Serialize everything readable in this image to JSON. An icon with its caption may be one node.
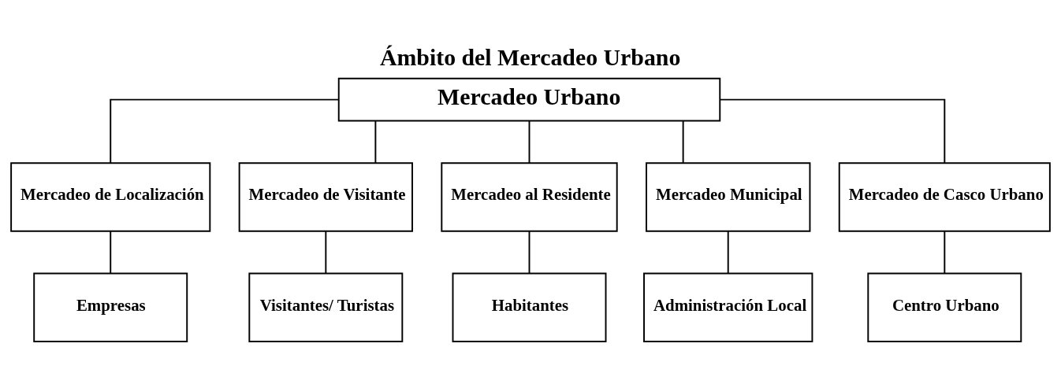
{
  "diagram": {
    "title": "Ámbito del Mercadeo Urbano",
    "nodes": [
      {
        "text": [
          "Mercadeo Urbano"
        ]
      },
      {
        "text": [
          "Mercadeo de Localización"
        ]
      },
      {
        "text": [
          "Mercadeo de Visitante"
        ]
      },
      {
        "text": [
          "Mercadeo al Residente"
        ]
      },
      {
        "text": [
          "Mercadeo Municipal"
        ]
      },
      {
        "text": [
          "Mercadeo de Casco Urbano"
        ]
      },
      {
        "text": [
          "Empresas"
        ]
      },
      {
        "text": [
          "Visitantes/ Turistas"
        ]
      },
      {
        "text": [
          "Habitantes"
        ]
      },
      {
        "text": [
          "Administración Local"
        ]
      },
      {
        "text": [
          "Centro Urbano"
        ]
      }
    ],
    "edges": [
      {
        "from": 0,
        "to": 1,
        "arrow": "none"
      },
      {
        "from": 0,
        "to": 2,
        "arrow": "none"
      },
      {
        "from": 0,
        "to": 3,
        "arrow": "none"
      },
      {
        "from": 0,
        "to": 4,
        "arrow": "none"
      },
      {
        "from": 0,
        "to": 5,
        "arrow": "none"
      },
      {
        "from": 1,
        "to": 6,
        "arrow": "none"
      },
      {
        "from": 2,
        "to": 7,
        "arrow": "none"
      },
      {
        "from": 3,
        "to": 8,
        "arrow": "none"
      },
      {
        "from": 4,
        "to": 9,
        "arrow": "none"
      },
      {
        "from": 5,
        "to": 10,
        "arrow": "none"
      }
    ]
  }
}
